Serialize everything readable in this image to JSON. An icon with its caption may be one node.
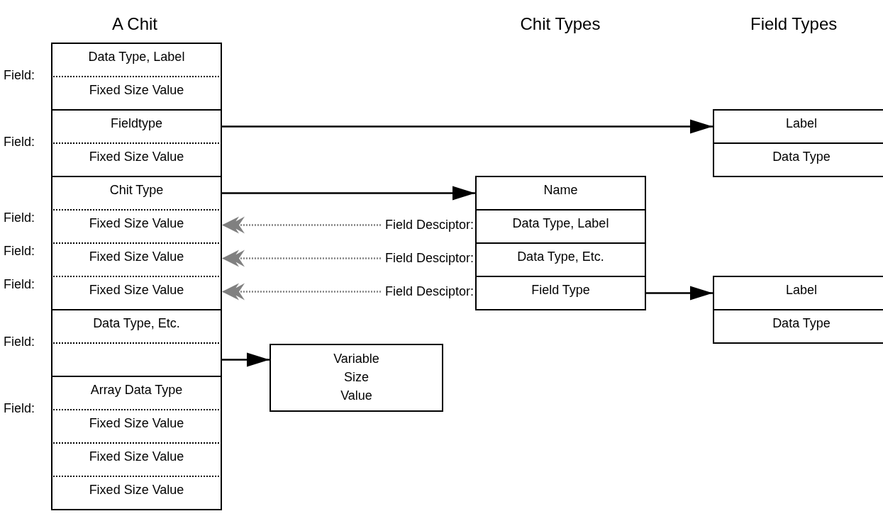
{
  "diagram": {
    "nodes": [
      {
        "text": [
          "Data Type, Label"
        ],
        "beside": [
          "Field:"
        ]
      },
      {
        "text": [
          "Fixed Size Value"
        ]
      },
      {
        "text": [
          "Fieldtype"
        ],
        "beside": [
          "Field:"
        ]
      },
      {
        "text": [
          "Fixed Size Value"
        ]
      },
      {
        "text": [
          "Chit Type"
        ]
      },
      {
        "text": [
          "Fixed Size Value"
        ],
        "beside": [
          "Field:"
        ]
      },
      {
        "text": [
          "Fixed Size Value"
        ],
        "beside": [
          "Field:"
        ]
      },
      {
        "text": [
          "Fixed Size Value"
        ],
        "beside": [
          "Field:"
        ]
      },
      {
        "text": [
          "Data Type, Etc."
        ],
        "beside": [
          "Field:"
        ]
      },
      {
        "text": [],
        "shape": "box"
      },
      {
        "text": [
          "Array Data Type"
        ],
        "beside": [
          "Field:"
        ]
      },
      {
        "text": [
          "Fixed Size Value"
        ]
      },
      {
        "text": [
          "Fixed Size Value"
        ]
      },
      {
        "text": [
          "Fixed Size Value"
        ]
      },
      {
        "text": [
          "Label"
        ]
      },
      {
        "text": [
          "Data Type"
        ]
      },
      {
        "text": [
          "Name"
        ]
      },
      {
        "text": [
          "Field Desciptor:"
        ]
      },
      {
        "text": [
          "Data Type, Label"
        ]
      },
      {
        "text": [
          "Field Desciptor:"
        ]
      },
      {
        "text": [
          "Data Type, Etc."
        ]
      },
      {
        "text": [
          "Field Desciptor:"
        ]
      },
      {
        "text": [
          "Field Type"
        ]
      },
      {
        "text": [
          "Label"
        ]
      },
      {
        "text": [
          "Data Type"
        ]
      },
      {
        "text": [
          "Variable Size Value"
        ]
      }
    ],
    "edges": [
      {
        "from": 2,
        "to": 14,
        "arrow": "to"
      },
      {
        "from": 4,
        "to": 16,
        "arrow": "to"
      },
      {
        "from": 17,
        "to": 5,
        "arrow": "to",
        "style": "dashed",
        "color": "#808080"
      },
      {
        "from": 19,
        "to": 6,
        "arrow": "to",
        "style": "dashed",
        "color": "#808080"
      },
      {
        "from": 21,
        "to": 7,
        "arrow": "to",
        "style": "dashed",
        "color": "#808080"
      },
      {
        "from": 22,
        "to": 23,
        "arrow": "to"
      },
      {
        "from": 9,
        "to": 25,
        "arrow": "to"
      }
    ],
    "labels": [
      "A Chit",
      "Chit Types",
      "Field Types"
    ]
  }
}
